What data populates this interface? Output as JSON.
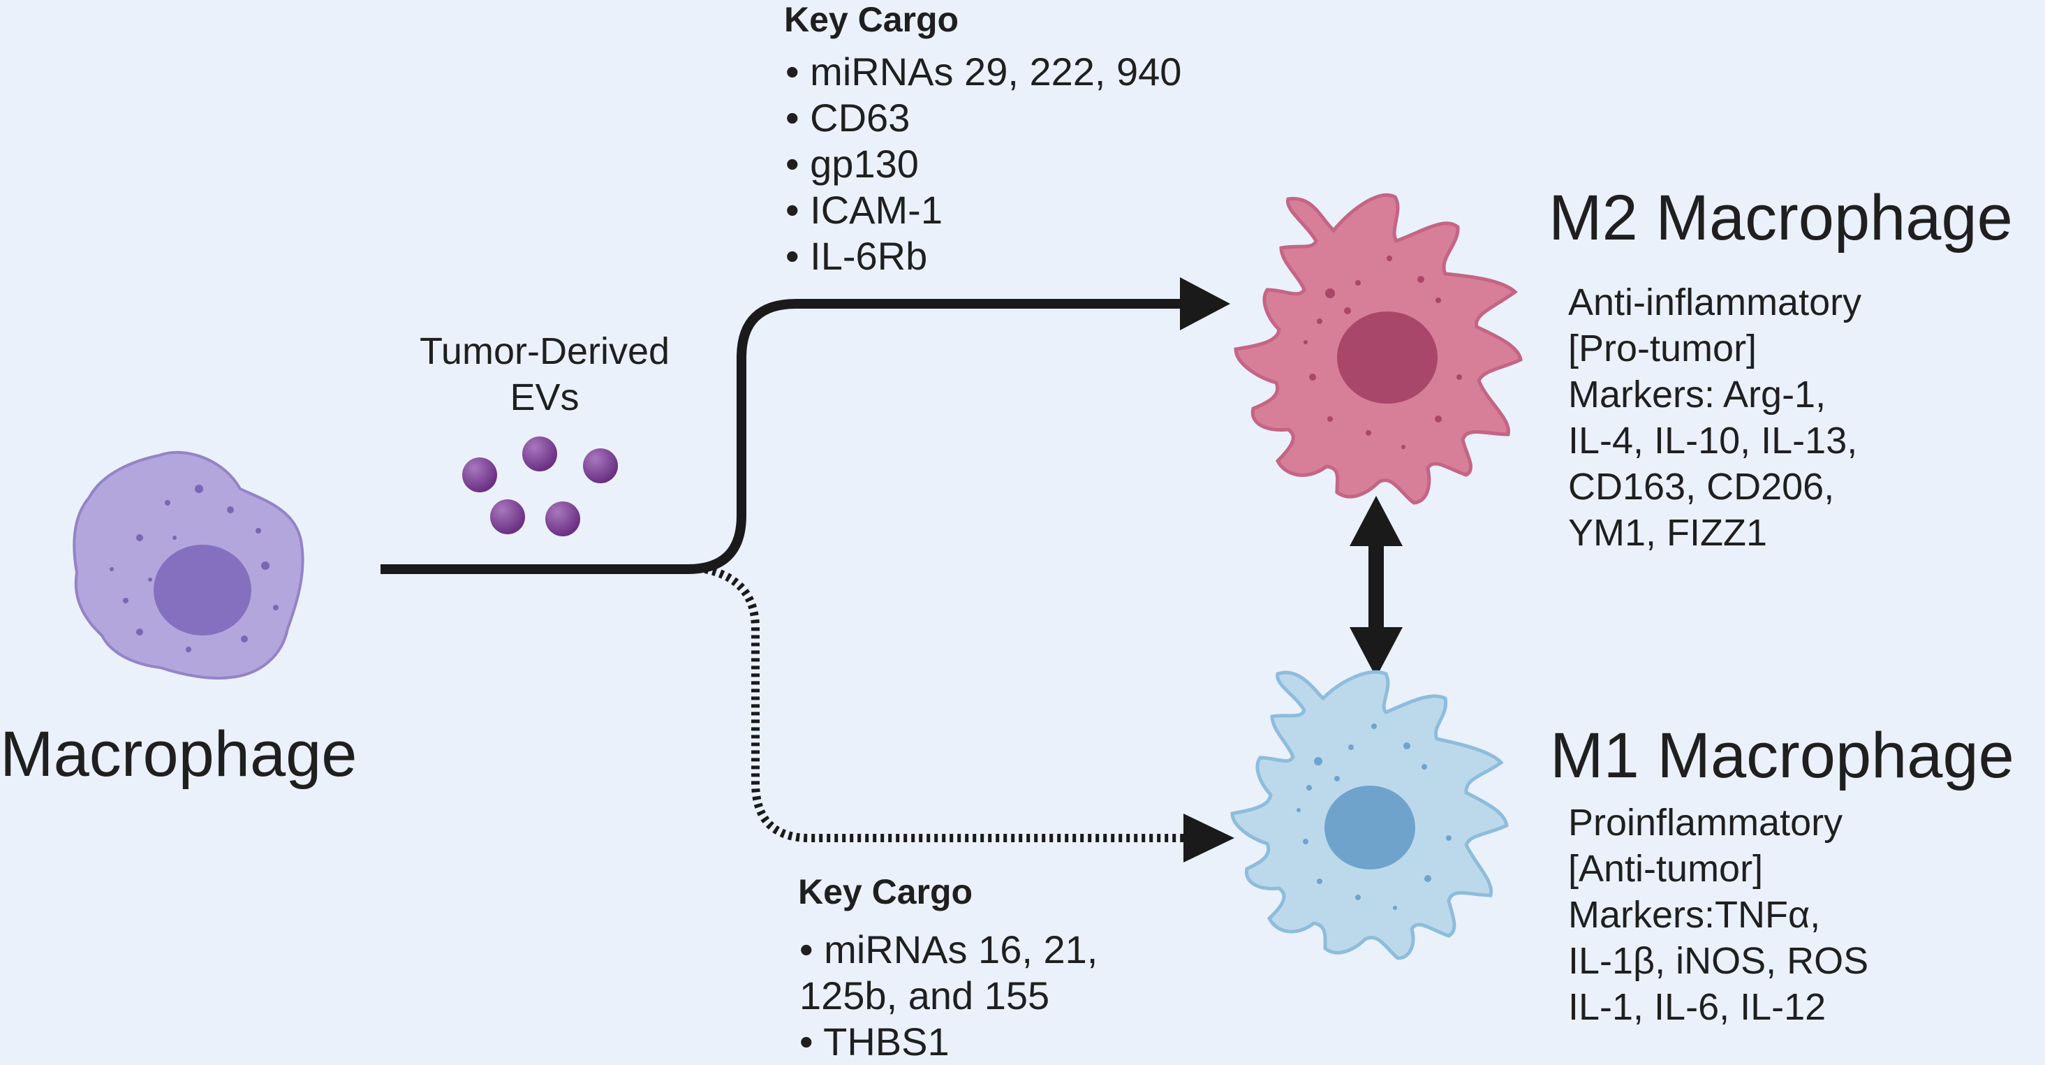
{
  "left_cell": {
    "label": "Macrophage"
  },
  "evs": {
    "label_line1": "Tumor-Derived",
    "label_line2": "EVs"
  },
  "top_cargo": {
    "title": "Key Cargo",
    "items": [
      "• miRNAs 29, 222, 940",
      "• CD63",
      "• gp130",
      "• ICAM-1",
      "• IL-6Rb"
    ]
  },
  "bottom_cargo": {
    "title": "Key Cargo",
    "items": [
      "• miRNAs 16,  21,",
      "125b, and 155",
      "• THBS1"
    ]
  },
  "m2": {
    "title": "M2 Macrophage",
    "lines": [
      "Anti-inflammatory",
      "[Pro-tumor]",
      "Markers:  Arg-1,",
      "IL-4, IL-10, IL-13,",
      "CD163, CD206,",
      "YM1, FIZZ1"
    ]
  },
  "m1": {
    "title": "M1 Macrophage",
    "lines": [
      "Proinflammatory",
      "[Anti-tumor]",
      "Markers:TNFα,",
      "IL-1β, iNOS, ROS",
      "IL-1, IL-6, IL-12"
    ]
  },
  "colors": {
    "background": "#eaf1fb",
    "macrophage_fill": "#b3a6dc",
    "macrophage_nucleus": "#8470bf",
    "ev_fill": "#7c3b94",
    "m2_fill": "#d77e98",
    "m2_nucleus": "#a9476a",
    "m1_fill": "#bcd9ec",
    "m1_nucleus": "#6fa3cc",
    "arrow": "#1a1a1a"
  }
}
